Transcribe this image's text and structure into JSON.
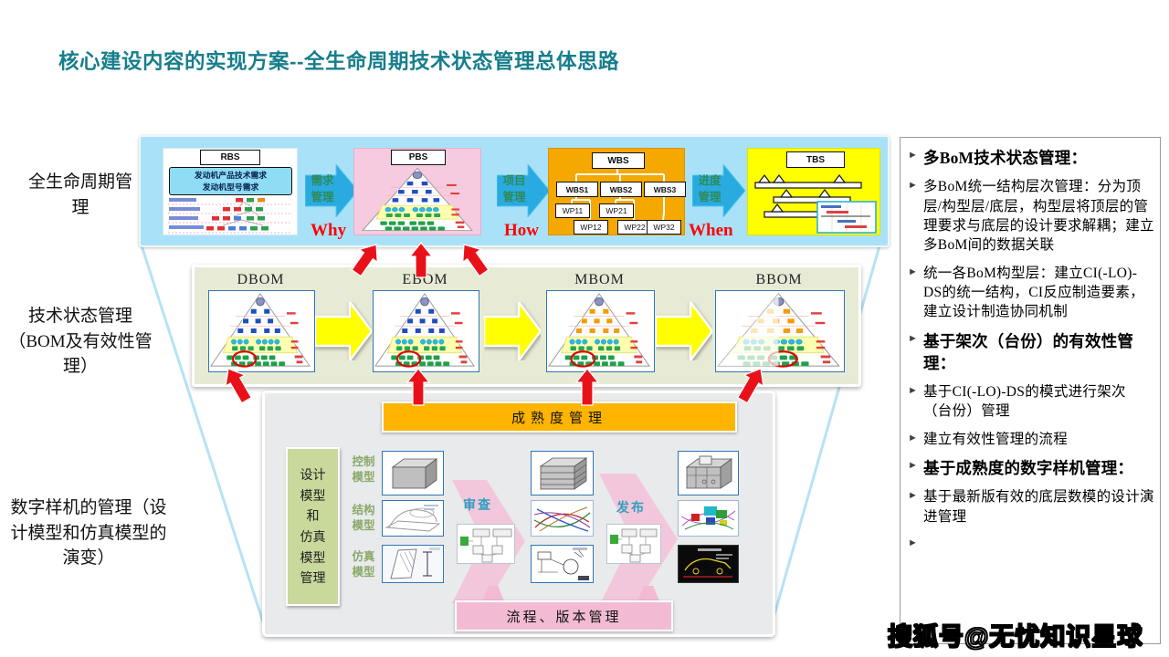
{
  "title": "核心建设内容的实现方案--全生命周期技术状态管理总体思路",
  "row_labels": {
    "lifecycle": "全生命周期管理",
    "config": "技术状态管理（BOM及有效性管理）",
    "mockup": "数字样机的管理（设计模型和仿真模型的演变）"
  },
  "top_band": {
    "rbs_title": "RBS",
    "rbs_banner": "发动机产品技术需求\n发动机型号需求",
    "pbs_title": "PBS",
    "wbs_title": "WBS",
    "wbs_children": [
      "WBS1",
      "WBS2",
      "WBS3"
    ],
    "wbs_leaves": [
      "WP11",
      "WP12",
      "WP21",
      "WP22",
      "WP32"
    ],
    "tbs_title": "TBS",
    "arrow1": "需求\n管理",
    "tag1": "Why",
    "arrow2": "项目\n管理",
    "tag2": "How",
    "arrow3": "进度\n管理",
    "tag3": "When"
  },
  "bom_band": {
    "labels": [
      "DBOM",
      "EBOM",
      "MBOM",
      "BBOM"
    ]
  },
  "bottom": {
    "maturity_bar": "成熟度管理",
    "model_box": "设计\n模型\n和\n仿真\n模型\n管理",
    "label_control": "控制\n模型",
    "label_structure": "结构\n模型",
    "label_simulation": "仿真\n模型",
    "review": "审查",
    "release": "发布",
    "process_bar": "流程、版本管理"
  },
  "right_panel": {
    "bullets": [
      {
        "text": "多BoM技术状态管理："
      },
      {
        "text": "多BoM统一结构层次管理：分为顶层/构型层/底层，构型层将顶层的管理要求与底层的设计要求解耦；建立多BoM间的数据关联"
      },
      {
        "text": "统一各BoM构型层：建立CI(-LO)-DS的统一结构，CI反应制造要素，建立设计制造协同机制"
      },
      {
        "text": "基于架次（台份）的有效性管理："
      },
      {
        "text": "基于CI(-LO)-DS的模式进行架次（台份）管理"
      },
      {
        "text": "建立有效性管理的流程"
      },
      {
        "text": "基于成熟度的数字样机管理："
      },
      {
        "text": "基于最新版有效的底层数模的设计演进管理"
      },
      {
        "text": ""
      }
    ]
  },
  "watermark": "搜狐号@无忧知识星球",
  "colors": {
    "title": "#177E8C",
    "top_band": "#A9E2F8",
    "pbs_panel": "#F6CADF",
    "wbs_panel": "#F5A800",
    "tbs_panel": "#FFFF00",
    "bom_band": "#E7EBD6",
    "maturity_bar": "#FFB400",
    "process_bar": "#F2BBD3",
    "model_box": "#C9D89B",
    "flow_arrow": "#29ABE2",
    "red_arrow": "#E8111A",
    "gray_panel": "#E9EAEC",
    "funnel_line": "#B5E3F5"
  }
}
